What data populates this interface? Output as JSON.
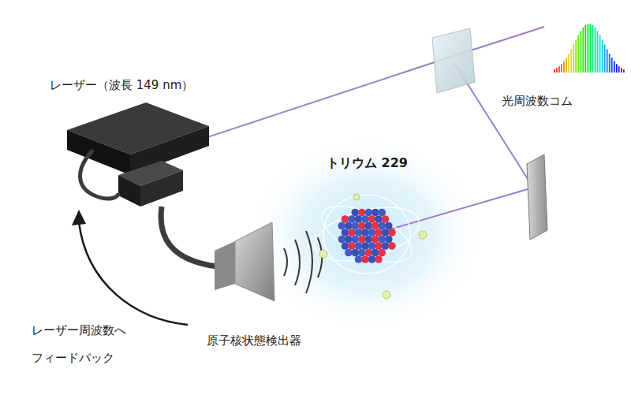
{
  "diagram": {
    "labels": [
      "レーザー（波長 149 nm）",
      "光周波数コム",
      "トリウム 229",
      "原子核状態検出器",
      "レーザー周波数へ フィードバック"
    ]
  }
}
